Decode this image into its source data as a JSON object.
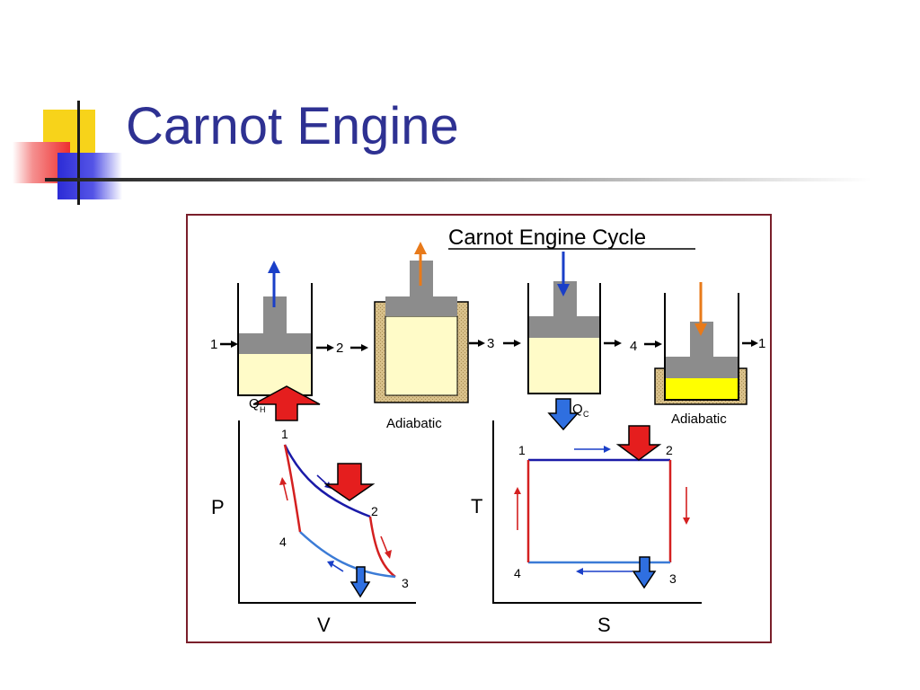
{
  "slide": {
    "title": "Carnot Engine"
  },
  "figure": {
    "heading": "Carnot Engine Cycle",
    "piston_stage_labels": [
      "1",
      "2",
      "3",
      "4",
      "1"
    ],
    "heat_in_label": "Q",
    "heat_in_sub": "H",
    "heat_out_label": "Q",
    "heat_out_sub": "C",
    "adiabatic_label_1": "Adiabatic",
    "adiabatic_label_2": "Adiabatic",
    "pv_diagram": {
      "y_axis_label": "P",
      "x_axis_label": "V",
      "points": [
        "1",
        "2",
        "3",
        "4"
      ]
    },
    "ts_diagram": {
      "y_axis_label": "T",
      "x_axis_label": "S",
      "points": [
        "1",
        "2",
        "3",
        "4"
      ]
    }
  },
  "colors": {
    "title": "#2e3192",
    "frame": "#7a1f2b",
    "piston": "#8c8c8c",
    "gas_light": "#fffbc8",
    "gas_hot": "#ffff00",
    "insulation": "#d8c08a",
    "heat_in_arrow": "#e51e1e",
    "heat_out_arrow": "#2f6fe0",
    "isotherm_hot": "#1a1aa8",
    "isotherm_cold": "#3b7bd6",
    "adiabat": "#d42020",
    "work_arrow_blue": "#1a3fc8",
    "work_arrow_orange": "#e87a1a"
  }
}
